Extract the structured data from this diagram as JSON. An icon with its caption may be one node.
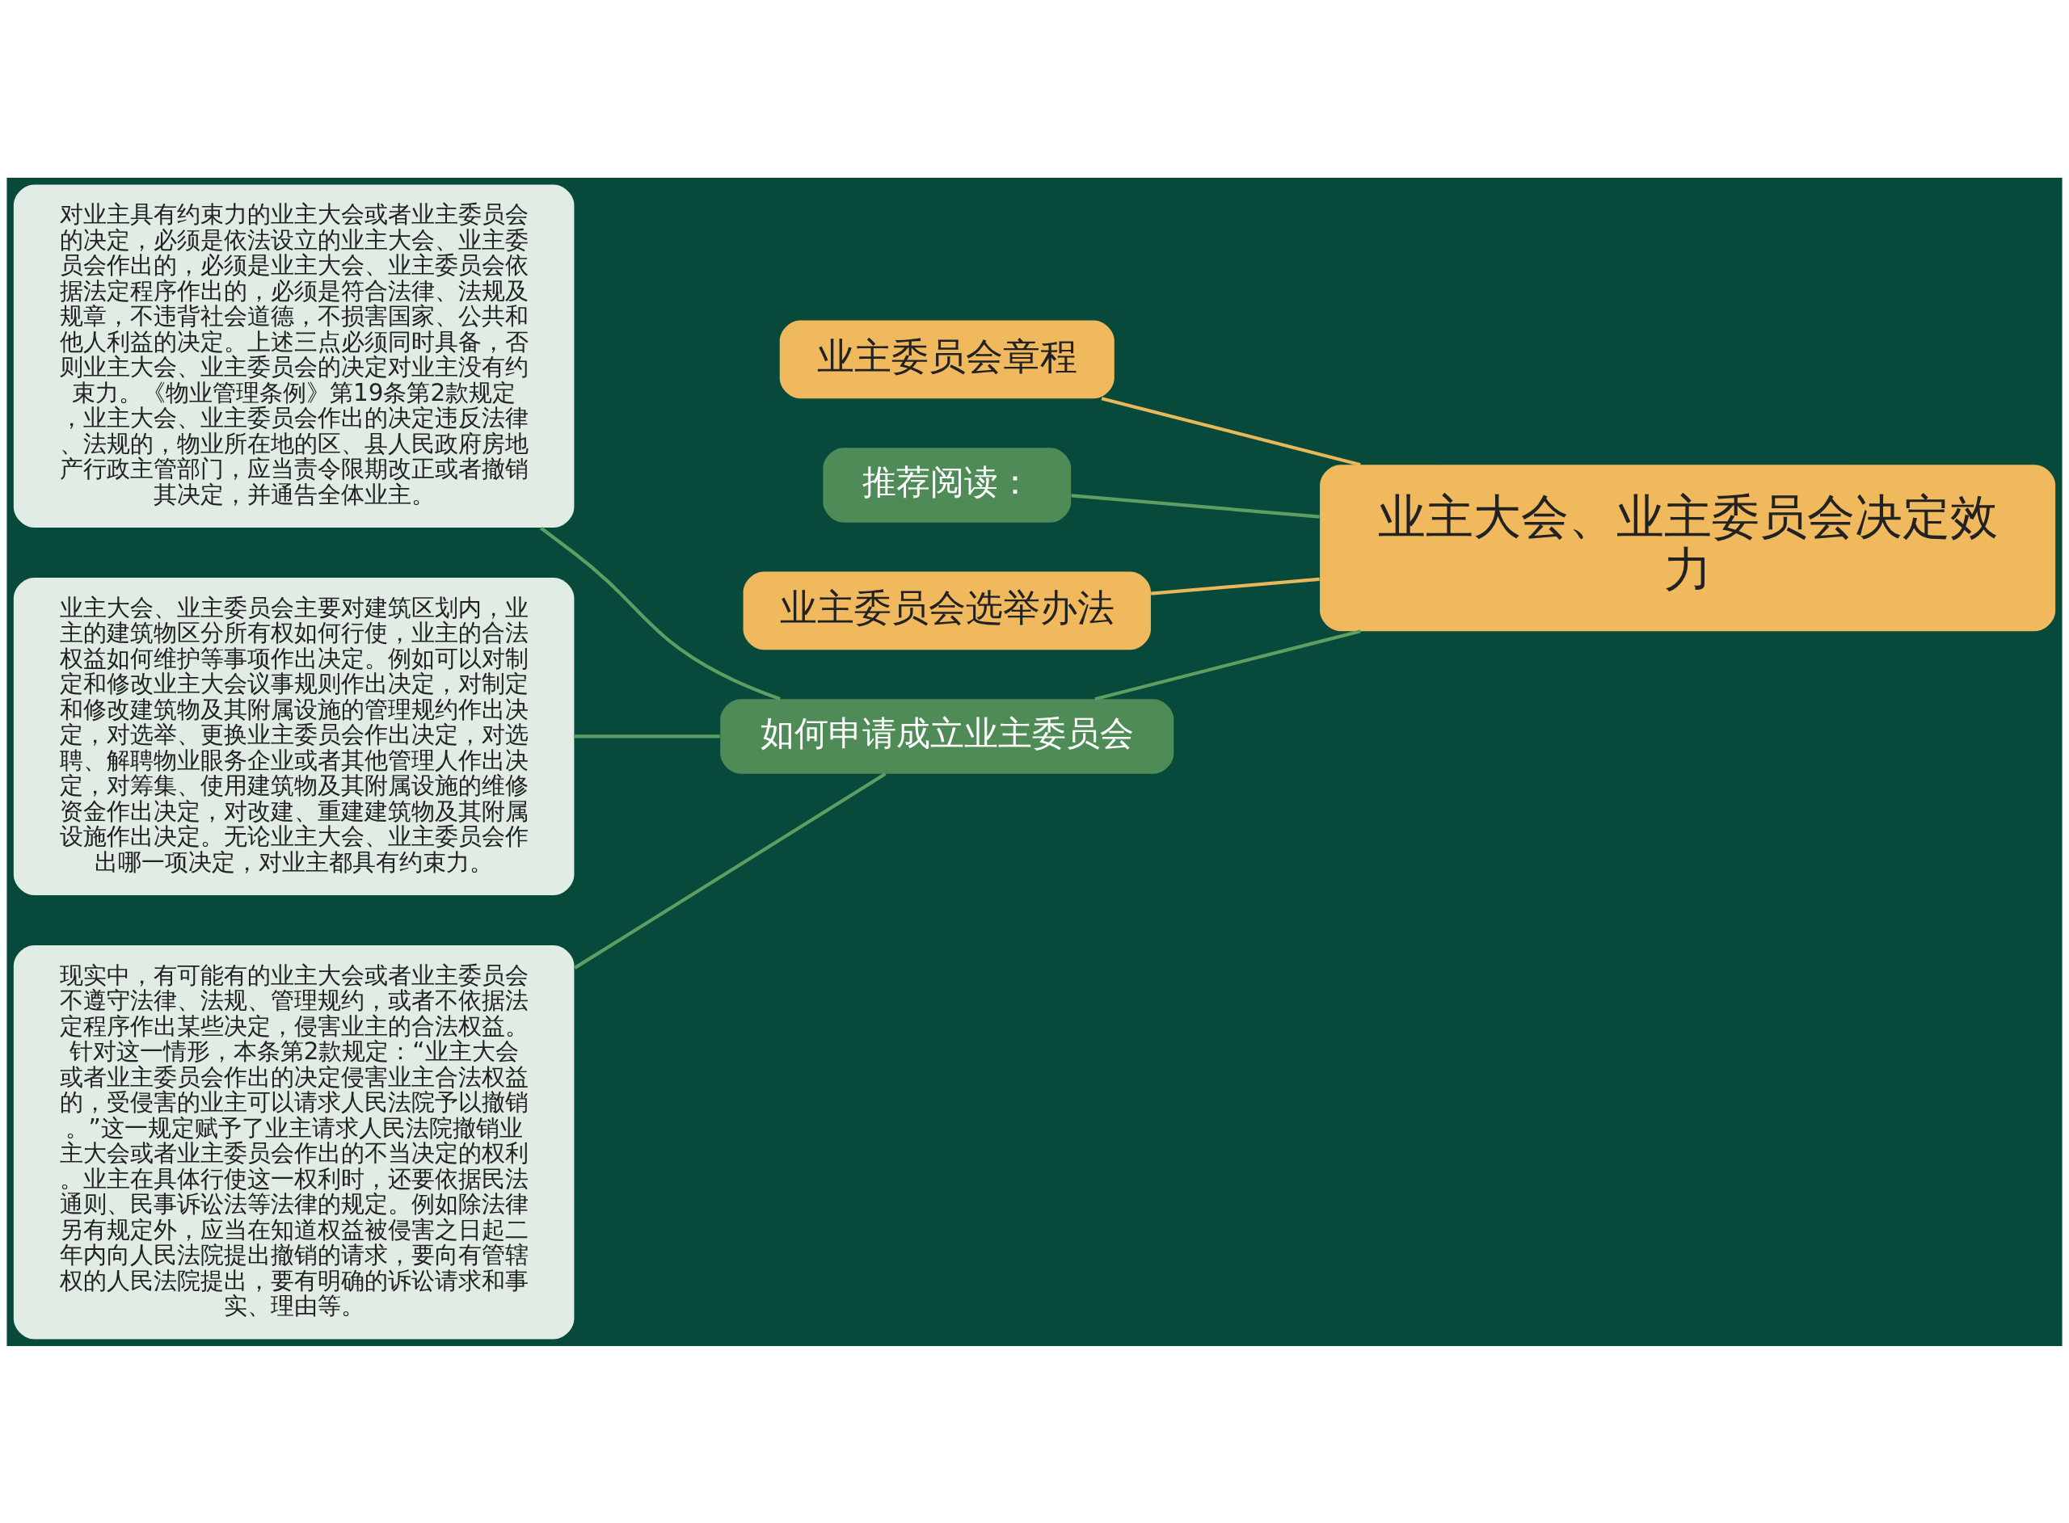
{
  "diagram": {
    "nodes": [
      {
        "text": [
          "业主大会、业主委员会决定效力"
        ]
      },
      {
        "text": [
          "业主委员会章程"
        ]
      },
      {
        "text": [
          "推荐阅读："
        ]
      },
      {
        "text": [
          "业主委员会选举办法"
        ]
      },
      {
        "text": [
          "如何申请成立业主委员会"
        ]
      },
      {
        "text": [
          "对业主具有约束力的业主大会或者业主委员会的决定，必须是依法设立的业主大会、业主委员会作出的，必须是业主大会、业主委员会依据法定程序作出的，必须是符合法律、法规及规章，不违背社会道德，不损害国家、公共和他人利益的决定。上述三点必须同时具备，否则业主大会、业主委员会的决定对业主没有约束力。《物业管理条例》第19条第2款规定，业主大会、业主委员会作出的决定违反法律、法规的，物业所在地的区、县人民政府房地产行政主管部门，应当责令限期改正或者撤销其决定，并通告全体业主。"
        ]
      },
      {
        "text": [
          "业主大会、业主委员会主要对建筑区划内，业主的建筑物区分所有权如何行使，业主的合法权益如何维护等事项作出决定。例如可以对制定和修改业主大会议事规则作出决定，对制定和修改建筑物及其附属设施的管理规约作出决定，对选举、更换业主委员会作出决定，对选聘、解聘物业眼务企业或者其他管理人作出决定，对筹集、使用建筑物及其附属设施的维修资金作出决定，对改建、重建建筑物及其附属设施作出决定。无论业主大会、业主委员会作出哪一项决定，对业主都具有约束力。"
        ]
      },
      {
        "text": [
          "现实中，有可能有的业主大会或者业主委员会不遵守法律、法规、管理规约，或者不依据法定程序作出某些决定，侵害业主的合法权益。针对这一情形，本条第2款规定：“业主大会或者业主委员会作出的决定侵害业主合法权益的，受侵害的业主可以请求人民法院予以撤销。”这一规定赋予了业主请求人民法院撤销业主大会或者业主委员会作出的不当决定的权利。业主在具体行使这一权利时，还要依据民法通则、民事诉讼法等法律的规定。例如除法律另有规定外，应当在知道权益被侵害之日起二年内向人民法院提出撤销的请求，要向有管辖权的人民法院提出，要有明确的诉讼请求和事实、理由等。"
        ]
      }
    ],
    "edges": [
      {
        "from": 0,
        "to": 1,
        "arrow": "none",
        "color": "#e8b85a"
      },
      {
        "from": 0,
        "to": 2,
        "arrow": "none"
      },
      {
        "from": 0,
        "to": 3,
        "arrow": "none",
        "color": "#e8b85a"
      },
      {
        "from": 0,
        "to": 4,
        "arrow": "none"
      },
      {
        "from": 4,
        "to": 5,
        "arrow": "none"
      },
      {
        "from": 4,
        "to": 6,
        "arrow": "none"
      },
      {
        "from": 4,
        "to": 7,
        "arrow": "none"
      }
    ]
  }
}
